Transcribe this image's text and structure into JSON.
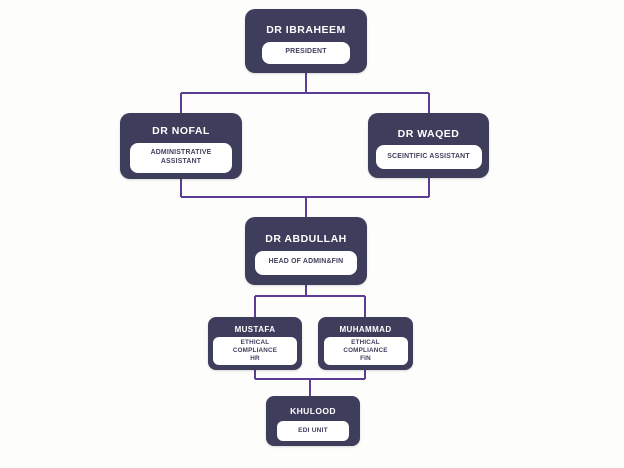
{
  "colors": {
    "node_fill": "#3e3e5c",
    "node_text": "#ffffff",
    "pill_fill": "#ffffff",
    "pill_text": "#3e3e5c",
    "connector": "#5b3d96",
    "background": "#fdfdfc"
  },
  "org_chart": {
    "type": "org-tree",
    "nodes": [
      {
        "name": "DR IBRAHEEM",
        "title": "PRESIDENT",
        "parents": []
      },
      {
        "name": "DR NOFAL",
        "title": "ADMINISTRATIVE ASSISTANT",
        "parents": [
          "DR IBRAHEEM"
        ]
      },
      {
        "name": "DR WAQED",
        "title": "SCEINTIFIC ASSISTANT",
        "parents": [
          "DR IBRAHEEM"
        ]
      },
      {
        "name": "DR ABDULLAH",
        "title": "HEAD OF ADMIN&FIN",
        "parents": [
          "DR NOFAL",
          "DR WAQED"
        ]
      },
      {
        "name": "MUSTAFA",
        "title": "ETHICAL COMPLIANCE HR",
        "parents": [
          "DR ABDULLAH"
        ]
      },
      {
        "name": "MUHAMMAD",
        "title": "ETHICAL COMPLIANCE FIN",
        "parents": [
          "DR ABDULLAH"
        ]
      },
      {
        "name": "KHULOOD",
        "title": "EDI UNIT",
        "parents": [
          "MUSTAFA",
          "MUHAMMAD"
        ]
      }
    ]
  }
}
